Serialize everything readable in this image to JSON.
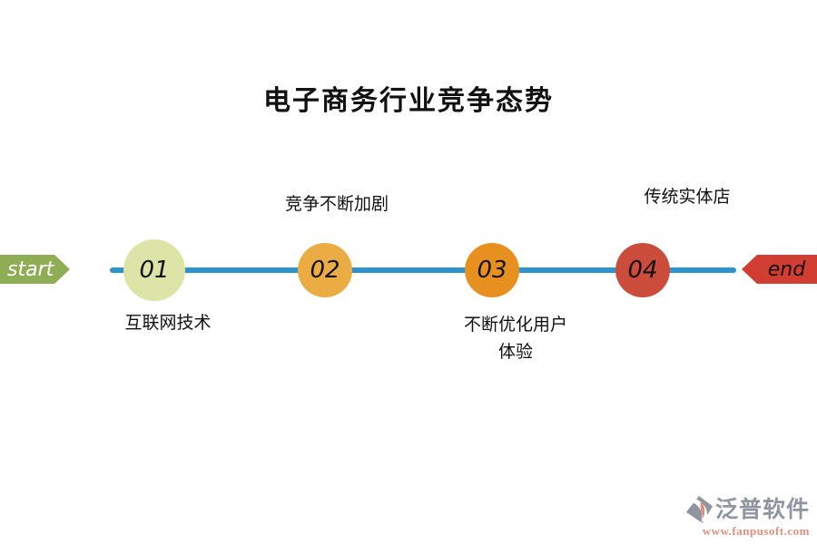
{
  "title": "电子商务行业竞争态势",
  "timeline": {
    "start_label": "start",
    "end_label": "end",
    "colors": {
      "line": "#2d93cf",
      "start_ribbon": "#8ead55",
      "end_ribbon": "#d23d31"
    },
    "steps": [
      {
        "number": "01",
        "label": "互联网技术",
        "label_position": "below",
        "color": "#dce4a8"
      },
      {
        "number": "02",
        "label": "竞争不断加剧",
        "label_position": "above",
        "color": "#ebac44"
      },
      {
        "number": "03",
        "label": "不断优化用户体验",
        "label_position": "below",
        "color": "#e8901f"
      },
      {
        "number": "04",
        "label": "传统实体店",
        "label_position": "above",
        "color": "#cc4c3c"
      }
    ]
  },
  "watermark": {
    "brand": "泛普软件",
    "url": "www.fanpusoft.com",
    "logo_icon": "fanpu-logo",
    "brand_color": "#8f96a1",
    "url_color": "#df9181"
  }
}
